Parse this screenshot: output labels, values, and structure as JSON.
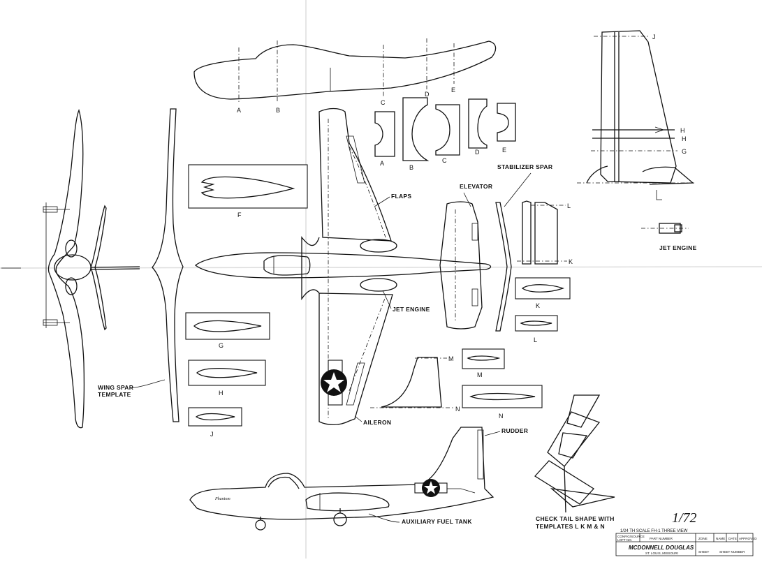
{
  "labels": {
    "sta_a": "A",
    "sta_b": "B",
    "sta_c": "C",
    "sta_d": "D",
    "sta_e": "E",
    "sec_a": "A",
    "sec_b": "B",
    "sec_c": "C",
    "sec_d": "D",
    "sec_e": "E",
    "f": "F",
    "g": "G",
    "h": "H",
    "j": "J",
    "k": "K",
    "l": "L",
    "m": "M",
    "n": "N",
    "sta_j": "J",
    "sta_h": "H",
    "sta_g": "G",
    "sta_k": "K",
    "sta_l": "L",
    "sta_m": "M",
    "sta_n": "N",
    "flaps": "FLAPS",
    "elevator": "ELEVATOR",
    "stabilizer_spar": "STABILIZER SPAR",
    "jet_engine": "JET ENGINE",
    "aileron": "AILERON",
    "wing_spar_1": "WING SPAR",
    "wing_spar_2": "TEMPLATE",
    "rudder": "RUDDER",
    "aux_fuel_tank": "AUXILIARY FUEL TANK",
    "check_tail_1": "CHECK TAIL SHAPE WITH",
    "check_tail_2": "TEMPLATES L K M & N",
    "phantom": "Phantom",
    "scale": "1/72",
    "scale_note": "1/24 TH SCALE FH-1 THREE VIEW"
  },
  "title_block": {
    "config": "CONFIG/SOURCE",
    "loft": "LOFT NO.",
    "part_number": "PART NUMBER",
    "zone": "ZONE",
    "name": "NAME",
    "date": "DATE",
    "approved": "APPROVED",
    "company": "MCDONNELL DOUGLAS",
    "location": "ST. LOUIS, MISSOURI",
    "sheet": "SHEET",
    "sheet_number": "SHEET NUMBER"
  }
}
